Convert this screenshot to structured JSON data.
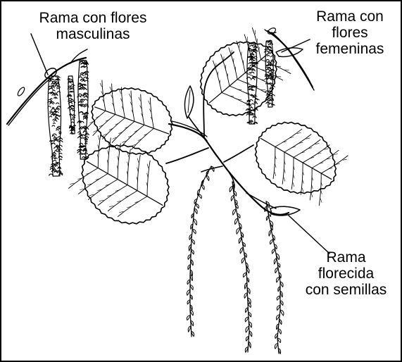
{
  "labels": {
    "male_line1": "Rama con flores",
    "male_line2": "masculinas",
    "female_line1": "Rama con",
    "female_line2": "flores",
    "female_line3": "femeninas",
    "seed_line1": "Rama",
    "seed_line2": "florecida",
    "seed_line3": "con semillas"
  },
  "colors": {
    "ink": "#000000",
    "background": "#ffffff"
  }
}
